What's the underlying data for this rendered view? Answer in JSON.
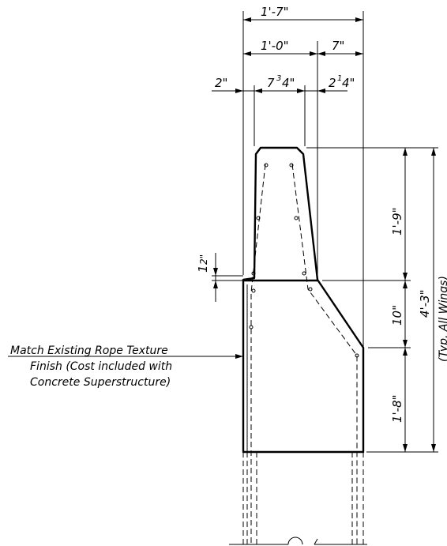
{
  "dimensions": {
    "overall_width": "1'-7\"",
    "top_width_main": "1'-0\"",
    "top_width_right": "7\"",
    "left_offset": "2\"",
    "cap_width_whole": "7",
    "cap_width_num": "3",
    "cap_width_den": "4\"",
    "right_offset_whole": "2",
    "right_offset_frac": "1",
    "right_offset_den": "4\"",
    "step_num": "1",
    "step_den": "2\"",
    "upper_height": "1'-9\"",
    "middle_height": "10\"",
    "lower_height": "1'-8\"",
    "total_height": "4'-3\""
  },
  "note": {
    "typ": "(Typ. All Wings)",
    "callout_line1": "Match Existing Rope Texture",
    "callout_line2": "Finish (Cost included with",
    "callout_line3": "Concrete Superstructure)"
  }
}
